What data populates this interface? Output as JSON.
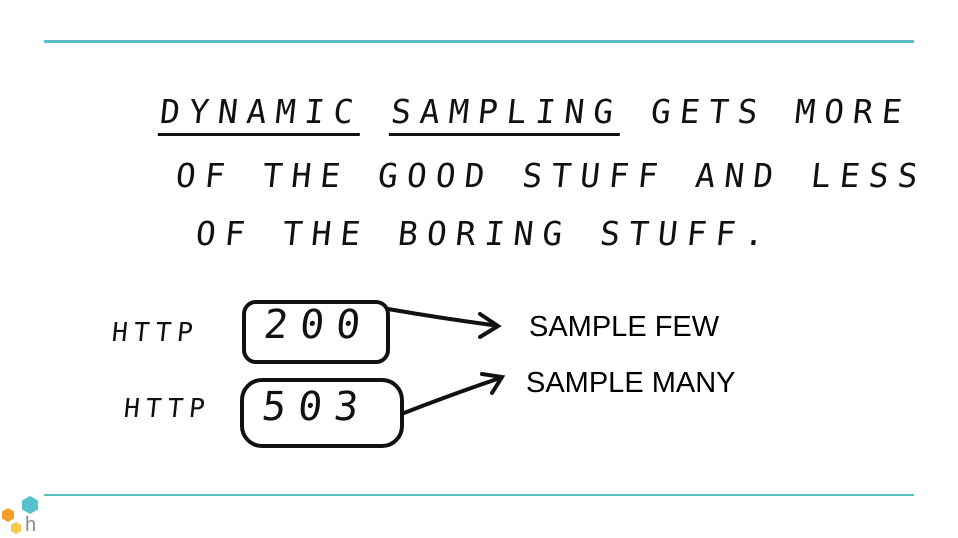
{
  "colors": {
    "rule": "#5bbfc6",
    "ink": "#111111",
    "logo_teal": "#56c2cf",
    "logo_orange": "#f59d2a",
    "logo_yellow": "#f7c948"
  },
  "headline": {
    "line1_word1": "DYNAMIC",
    "line1_word2": "SAMPLING",
    "line1_rest": "GETS MORE",
    "line2": "OF THE GOOD STUFF AND LESS",
    "line3": "OF THE BORING STUFF."
  },
  "diagram": {
    "row1": {
      "protocol": "HTTP",
      "code": "200",
      "label": "SAMPLE FEW"
    },
    "row2": {
      "protocol": "HTTP",
      "code": "503",
      "label": "SAMPLE MANY"
    }
  },
  "logo": {
    "letter": "h",
    "icon": "hexagon-cluster-logo-icon"
  }
}
